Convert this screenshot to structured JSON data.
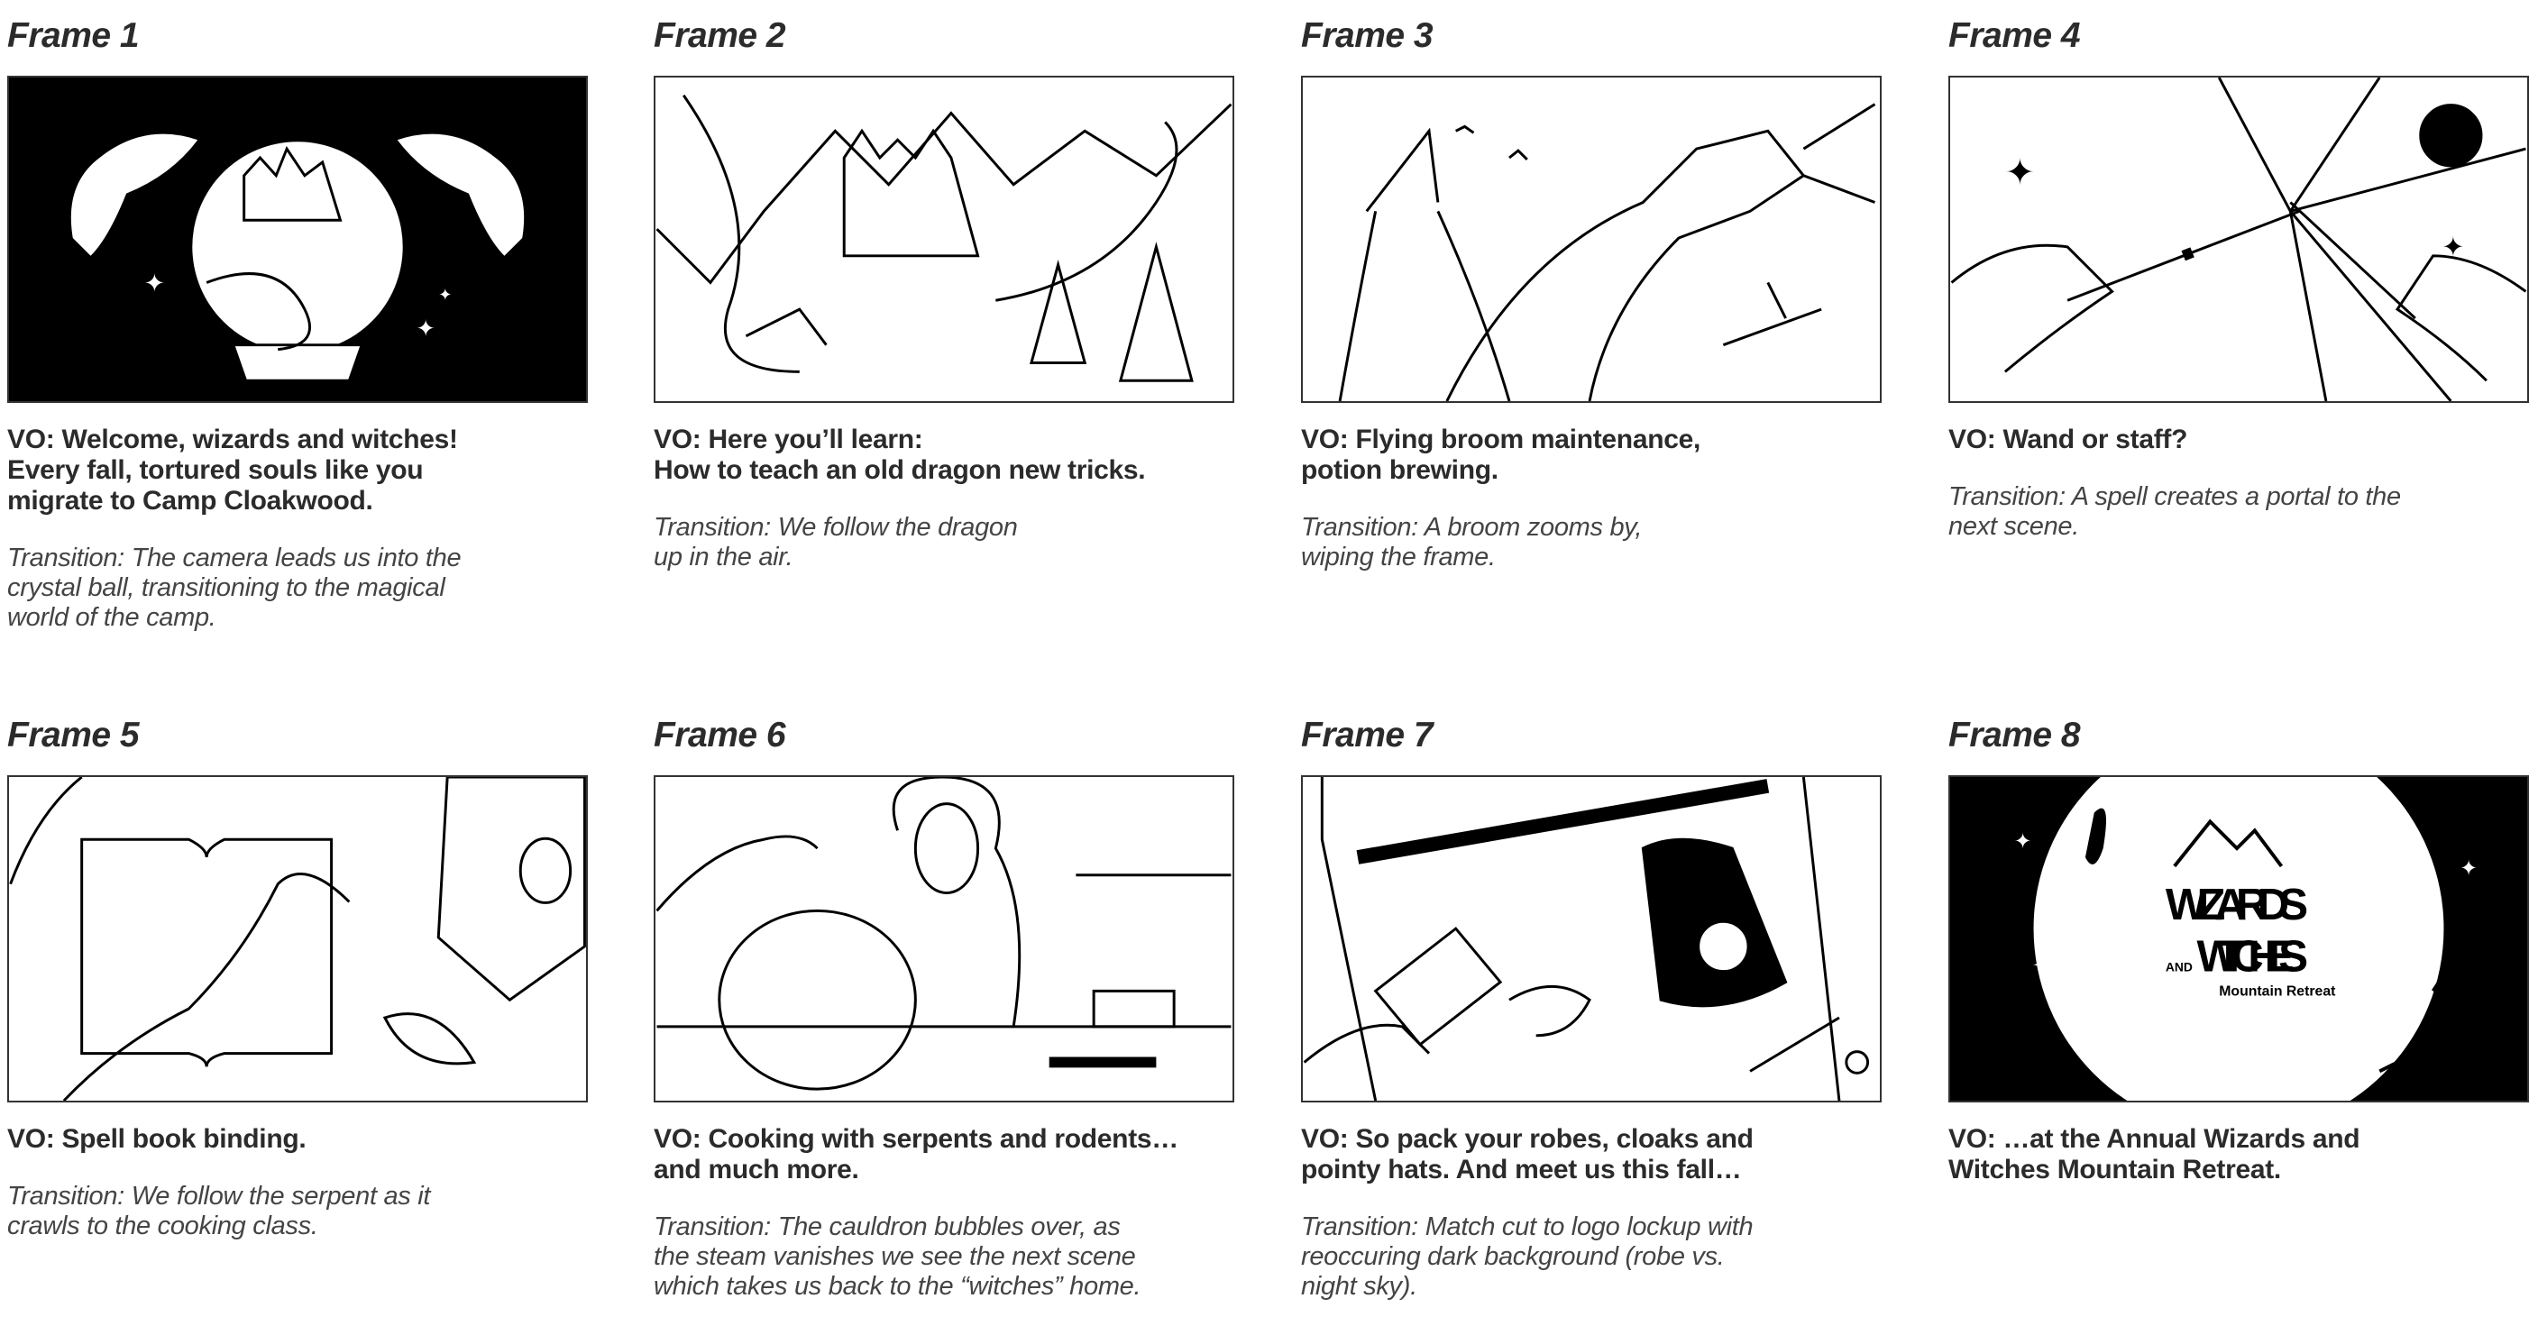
{
  "frames": [
    {
      "title": "Frame 1",
      "vo": "VO: Welcome, wizards and witches!\nEvery fall, tortured souls like you\nmigrate to Camp Cloakwood.",
      "transition": "Transition: The camera leads us into the\ncrystal ball, transitioning to the magical\nworld of the camp."
    },
    {
      "title": "Frame 2",
      "vo": "VO: Here you’ll learn:\nHow to teach an old dragon new tricks.",
      "transition": "Transition: We follow the dragon\nup in the air."
    },
    {
      "title": "Frame 3",
      "vo": "VO: Flying broom maintenance,\npotion brewing.",
      "transition": "Transition: A broom zooms by,\nwiping the frame."
    },
    {
      "title": "Frame 4",
      "vo": "VO: Wand or staff?",
      "transition": "Transition: A spell creates a portal to the\nnext scene."
    },
    {
      "title": "Frame 5",
      "vo": "VO: Spell book binding.",
      "transition": "Transition: We follow the serpent as it\ncrawls to the cooking class."
    },
    {
      "title": "Frame 6",
      "vo": "VO: Cooking with serpents and rodents…\nand much more.",
      "transition": "Transition: The cauldron bubbles over, as\nthe steam vanishes we see the next scene\nwhich takes us back to the “witches” home."
    },
    {
      "title": "Frame 7",
      "vo": "VO: So pack your robes, cloaks and\npointy hats. And meet us this fall…",
      "transition": "Transition: Match cut to logo lockup with\nreoccuring dark background (robe vs.\nnight sky)."
    },
    {
      "title": "Frame 8",
      "vo": "VO: …at the Annual Wizards and\nWitches Mountain Retreat.",
      "transition": ""
    }
  ],
  "logo": {
    "line1": "WIZARDS",
    "and": "AND",
    "line2": "WITCHES",
    "sub": "Mountain Retreat"
  }
}
